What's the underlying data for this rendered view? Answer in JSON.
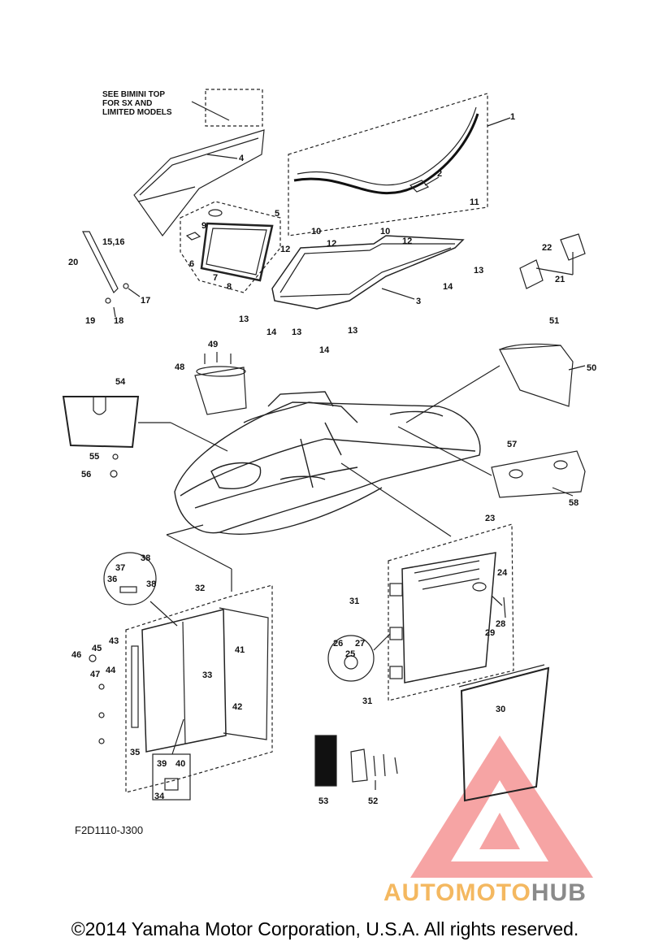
{
  "note": {
    "line1": "SEE BIMINI TOP",
    "line2": "FOR SX AND",
    "line3": "LIMITED MODELS"
  },
  "callouts": {
    "c1": "1",
    "c2": "2",
    "c3": "3",
    "c4": "4",
    "c5": "5",
    "c6": "6",
    "c7": "7",
    "c8": "8",
    "c9": "9",
    "c10a": "10",
    "c10b": "10",
    "c11": "11",
    "c12a": "12",
    "c12b": "12",
    "c12c": "12",
    "c13a": "13",
    "c13b": "13",
    "c13c": "13",
    "c13d": "13",
    "c14a": "14",
    "c14b": "14",
    "c14c": "14",
    "c1516": "15,16",
    "c17": "17",
    "c18": "18",
    "c19": "19",
    "c20": "20",
    "c21": "21",
    "c22": "22",
    "c23": "23",
    "c24": "24",
    "c25": "25",
    "c26": "26",
    "c27": "27",
    "c28": "28",
    "c29": "29",
    "c30": "30",
    "c31a": "31",
    "c31b": "31",
    "c32": "32",
    "c33": "33",
    "c34": "34",
    "c35": "35",
    "c36": "36",
    "c37": "37",
    "c38a": "38",
    "c38b": "38",
    "c39": "39",
    "c40": "40",
    "c41": "41",
    "c42": "42",
    "c43": "43",
    "c44": "44",
    "c45": "45",
    "c46": "46",
    "c47": "47",
    "c48": "48",
    "c49": "49",
    "c50": "50",
    "c51": "51",
    "c52": "52",
    "c53": "53",
    "c54": "54",
    "c55": "55",
    "c56": "56",
    "c57": "57",
    "c58": "58"
  },
  "diagram_code": "F2D1110-J300",
  "copyright": "©2014 Yamaha Motor Corporation, U.S.A. All rights reserved.",
  "watermark": {
    "part1": "AUTOMOTO",
    "part2": "HUB",
    "color1": "#f4b860",
    "color2": "#8a8a8a",
    "logo_color": "#f05a5a"
  }
}
